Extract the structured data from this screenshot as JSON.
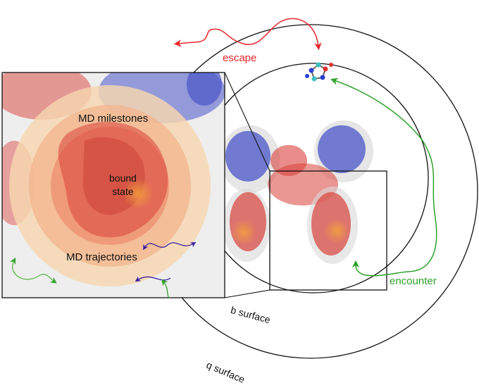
{
  "labels": {
    "escape": "escape",
    "encounter": "encounter",
    "b_surface": "b surface",
    "q_surface": "q surface",
    "md_milestones": "MD milestones",
    "bound": "bound",
    "state": "state",
    "md_trajectories": "MD trajectories"
  },
  "colors": {
    "escape": "#e8262a",
    "encounter": "#2fa22a",
    "trajectory": "#3a1fa0",
    "outline": "#111111",
    "protein_red": "#d9413a",
    "protein_blue": "#4a55c8",
    "milestone_outer": "#f6d7b0",
    "milestone_mid": "#f3b790",
    "milestone_inner": "#ee9272"
  },
  "icons": [
    "ligand-molecule-icon",
    "arrow-icon"
  ]
}
